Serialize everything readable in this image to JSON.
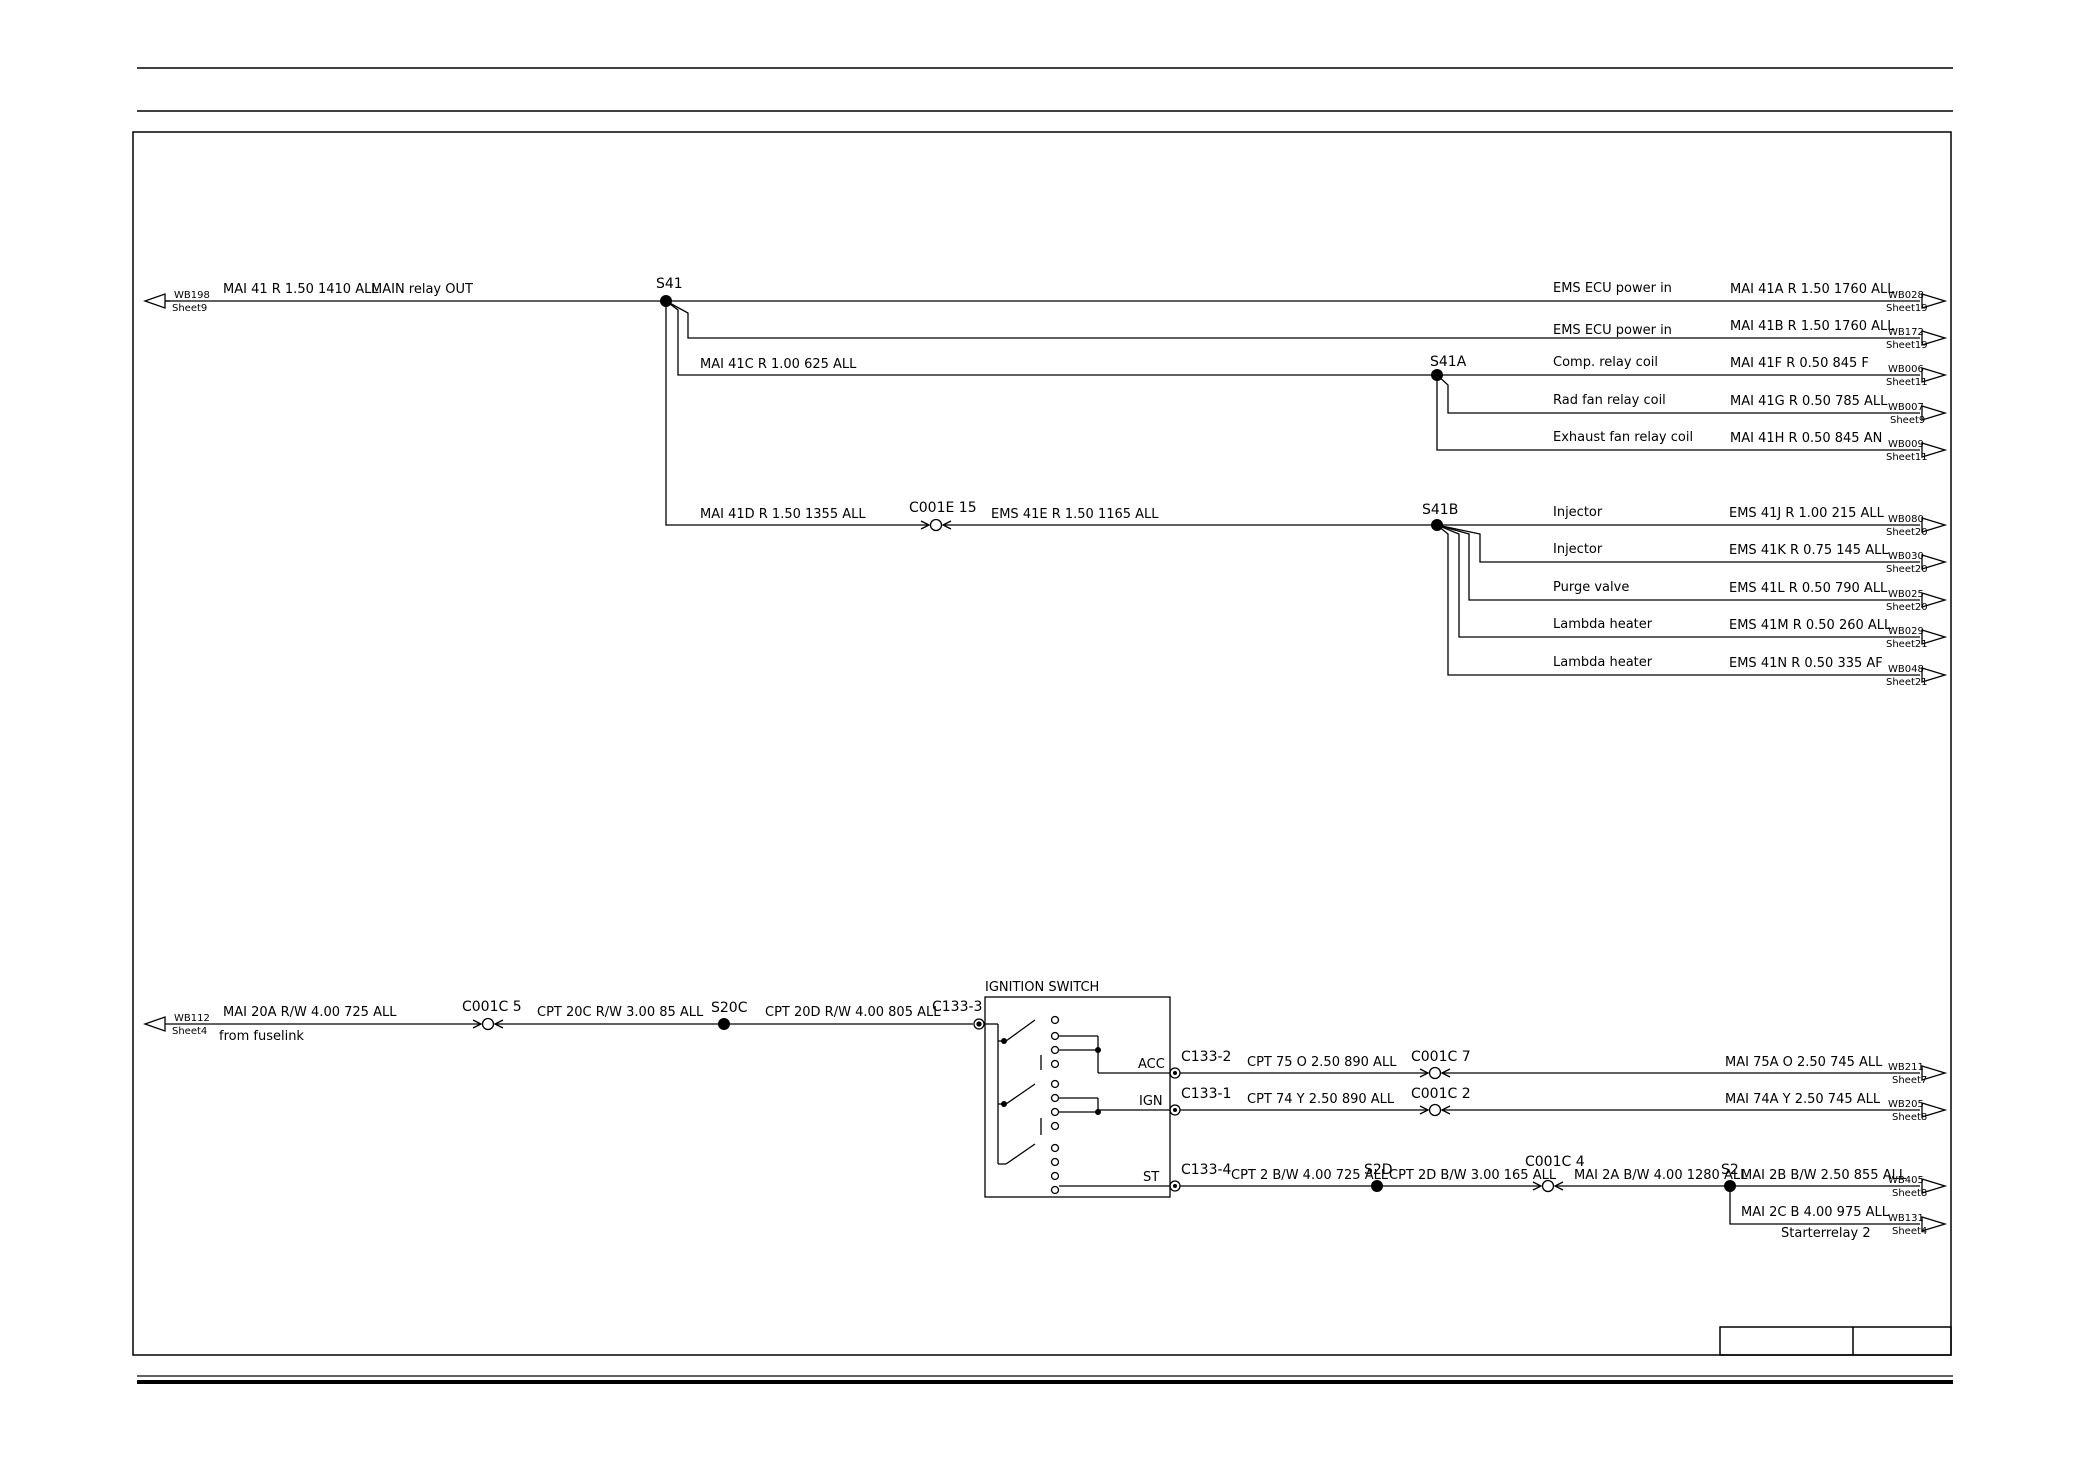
{
  "splices": {
    "s41": "S41",
    "s41a": "S41A",
    "s41b": "S41B",
    "s20c": "S20C",
    "s2d": "S2D",
    "s2": "S2"
  },
  "connectors": {
    "c001e_15": "C001E 15",
    "c001c_5": "C001C 5",
    "c133_3": "C133-3",
    "c133_2": "C133-2",
    "c133_1": "C133-1",
    "c133_4": "C133-4",
    "c001c_7": "C001C 7",
    "c001c_2": "C001C 2",
    "c001c_4": "C001C 4"
  },
  "ignition": {
    "title": "IGNITION SWITCH",
    "acc": "ACC",
    "ign": "IGN",
    "st": "ST"
  },
  "off_sheet": {
    "wb198": {
      "ref": "WB198",
      "sheet": "Sheet9"
    },
    "wb028": {
      "ref": "WB028",
      "sheet": "Sheet19"
    },
    "wb172": {
      "ref": "WB172",
      "sheet": "Sheet19"
    },
    "wb006": {
      "ref": "WB006",
      "sheet": "Sheet11"
    },
    "wb007": {
      "ref": "WB007",
      "sheet": "Sheet9"
    },
    "wb009": {
      "ref": "WB009",
      "sheet": "Sheet11"
    },
    "wb080": {
      "ref": "WB080",
      "sheet": "Sheet20"
    },
    "wb030": {
      "ref": "WB030",
      "sheet": "Sheet20"
    },
    "wb025": {
      "ref": "WB025",
      "sheet": "Sheet20"
    },
    "wb029": {
      "ref": "WB029",
      "sheet": "Sheet21"
    },
    "wb048": {
      "ref": "WB048",
      "sheet": "Sheet21"
    },
    "wb112": {
      "ref": "WB112",
      "sheet": "Sheet4"
    },
    "wb211": {
      "ref": "WB211",
      "sheet": "Sheet7"
    },
    "wb205": {
      "ref": "WB205",
      "sheet": "Sheet8"
    },
    "wb405": {
      "ref": "WB405",
      "sheet": "Sheet8"
    },
    "wb131": {
      "ref": "WB131",
      "sheet": "Sheet4"
    }
  },
  "wires": {
    "w41": "MAI  41  R  1.50  1410  ALL",
    "w41c": "MAI  41C  R  1.00  625  ALL",
    "w41d": "MAI  41D  R  1.50  1355  ALL",
    "w41e": "EMS  41E  R  1.50  1165  ALL",
    "w41a": "MAI  41A  R  1.50  1760  ALL",
    "w41b": "MAI  41B  R  1.50  1760  ALL",
    "w41f": "MAI  41F  R  0.50  845  F",
    "w41g": "MAI  41G  R  0.50  785  ALL",
    "w41h": "MAI  41H  R  0.50  845  AN",
    "w41j": "EMS  41J  R  1.00  215  ALL",
    "w41k": "EMS   41K  R  0.75  145  ALL",
    "w41l": "EMS  41L  R  0.50  790  ALL",
    "w41m": "EMS  41M  R  0.50  260  ALL",
    "w41n": "EMS   41N  R  0.50  335  AF",
    "w20a": "MAI  20A  R/W  4.00  725  ALL",
    "w20c": "CPT   20C  R/W  3.00  85  ALL",
    "w20d": "CPT   20D  R/W  4.00  805  ALL",
    "w75": "CPT    75  O  2.50  890  ALL",
    "w74": "CPT    74  Y  2.50  890  ALL",
    "w2": "CPT  2  B/W  4.00  725  ALL",
    "w2d": "CPT  2D  B/W  3.00  165  ALL",
    "w2a": "MAI  2A  B/W  4.00  1280  ALL",
    "w2b": "MAI  2B  B/W  2.50  855  ALL",
    "w2c": "MAI  2C  B  4.00  975  ALL",
    "w75a": "MAI  75A  O  2.50  745  ALL",
    "w74a": "MAI  74A  Y  2.50  745  ALL"
  },
  "functions": {
    "main_relay_out": "MAIN relay OUT",
    "ems_ecu_1": "EMS ECU power in",
    "ems_ecu_2": "EMS ECU power in",
    "comp_relay": "Comp.  relay coil",
    "rad_fan": "Rad fan relay coil",
    "exhaust_fan": "Exhaust fan relay coil",
    "injector_1": "Injector",
    "injector_2": "Injector",
    "purge": "Purge valve",
    "lambda_1": "Lambda heater",
    "lambda_2": "Lambda heater",
    "from_fuselink": "from fuselink",
    "starterrelay": "Starterrelay 2"
  }
}
